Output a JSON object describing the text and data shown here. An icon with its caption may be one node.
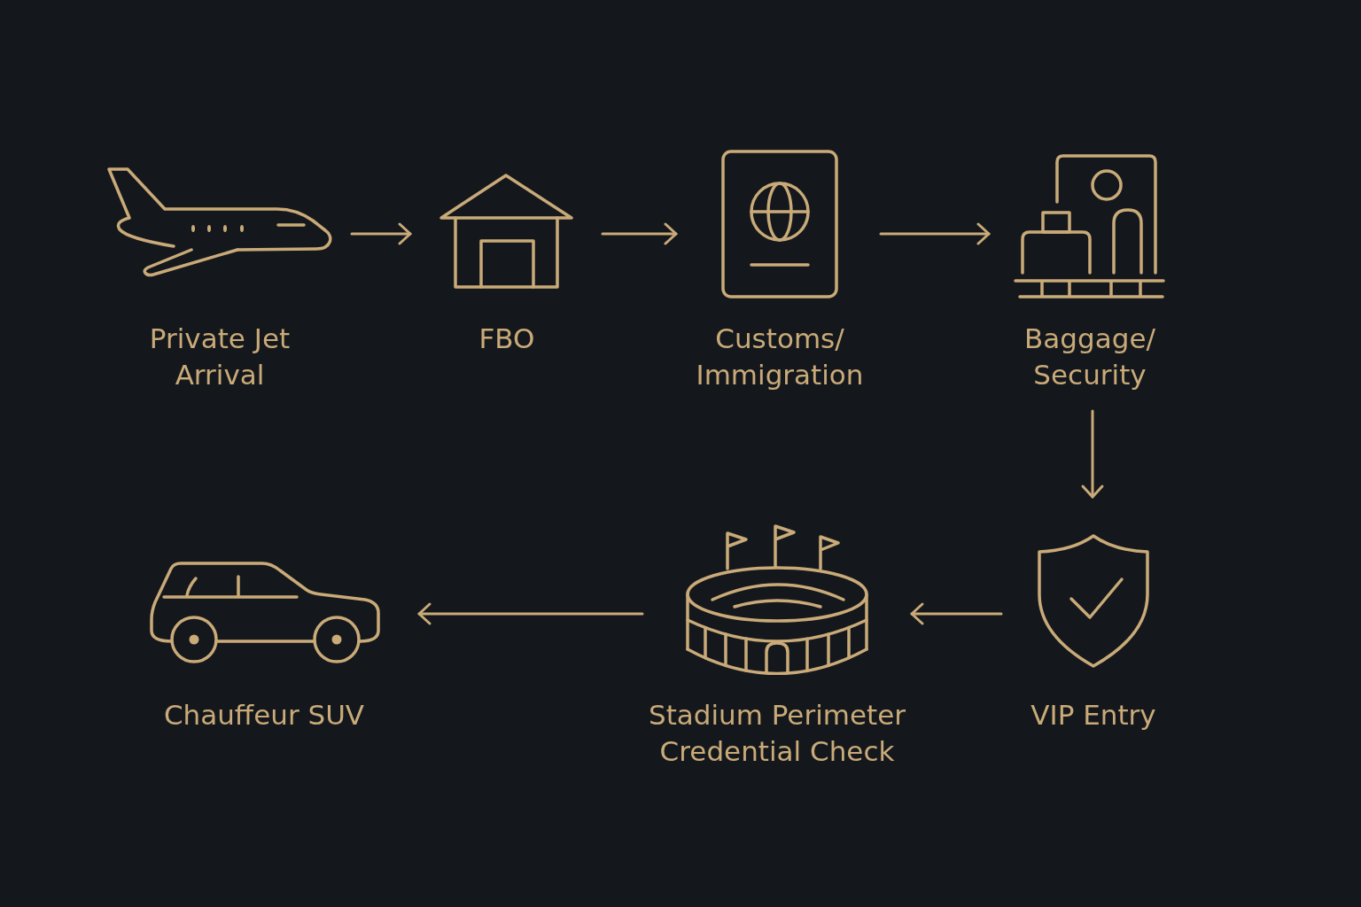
{
  "diagram": {
    "nodes": [
      {
        "text": [
          "Private Jet Arrival"
        ]
      },
      {
        "text": [
          "FBO"
        ]
      },
      {
        "text": [
          "Customs/ Immigration"
        ]
      },
      {
        "text": [
          "Baggage/ Security"
        ]
      },
      {
        "text": [
          "VIP Entry"
        ]
      },
      {
        "text": [
          "Stadium Perimeter Credential Check"
        ]
      },
      {
        "text": [
          "Chauffeur SUV"
        ]
      }
    ],
    "edges": [
      {
        "from": 0,
        "to": 1,
        "arrow": "to"
      },
      {
        "from": 1,
        "to": 2,
        "arrow": "to"
      },
      {
        "from": 2,
        "to": 3,
        "arrow": "to"
      },
      {
        "from": 3,
        "to": 4,
        "arrow": "to"
      },
      {
        "from": 4,
        "to": 5,
        "arrow": "to"
      },
      {
        "from": 5,
        "to": 6,
        "arrow": "to"
      }
    ]
  }
}
